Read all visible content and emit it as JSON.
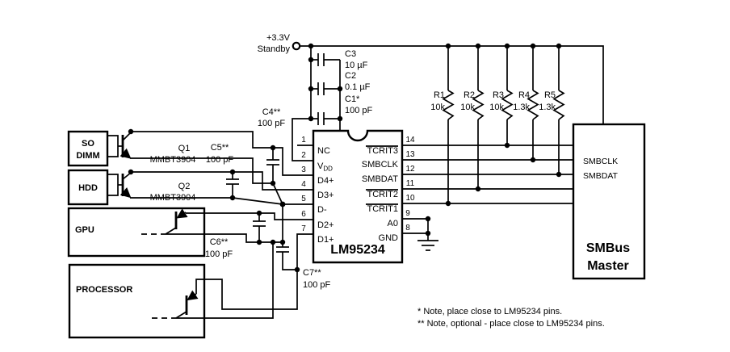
{
  "power": {
    "label1": "+3.3V",
    "label2": "Standby"
  },
  "capacitors": {
    "c3": {
      "label": "C3",
      "value": "10 µF"
    },
    "c2": {
      "label": "C2",
      "value": "0.1 µF"
    },
    "c1": {
      "label": "C1*",
      "value": "100 pF"
    },
    "c4": {
      "label": "C4**",
      "value": "100 pF"
    },
    "c5": {
      "label": "C5**",
      "value": "100 pF"
    },
    "c6": {
      "label": "C6**",
      "value": "100 pF"
    },
    "c7": {
      "label": "C7**",
      "value": "100 pF"
    }
  },
  "resistors": {
    "r1": {
      "label": "R1",
      "value": "10k"
    },
    "r2": {
      "label": "R2",
      "value": "10k"
    },
    "r3": {
      "label": "R3",
      "value": "10k"
    },
    "r4": {
      "label": "R4",
      "value": "1.3k"
    },
    "r5": {
      "label": "R5",
      "value": "1.3k"
    }
  },
  "ic": {
    "name": "LM95234",
    "pin1": {
      "n": "1",
      "label": "NC"
    },
    "pin2": {
      "n": "2",
      "label_main": "V",
      "label_sub": "DD"
    },
    "pin3": {
      "n": "3",
      "label": "D4+"
    },
    "pin4": {
      "n": "4",
      "label": "D3+"
    },
    "pin5": {
      "n": "5",
      "label": "D-"
    },
    "pin6": {
      "n": "6",
      "label": "D2+"
    },
    "pin7": {
      "n": "7",
      "label": "D1+"
    },
    "pin14": {
      "n": "14",
      "label": "TCRIT3"
    },
    "pin13": {
      "n": "13",
      "label": "SMBCLK"
    },
    "pin12": {
      "n": "12",
      "label": "SMBDAT"
    },
    "pin11": {
      "n": "11",
      "label": "TCRIT2"
    },
    "pin10": {
      "n": "10",
      "label": "TCRIT1"
    },
    "pin9": {
      "n": "9",
      "label": "A0"
    },
    "pin8": {
      "n": "8",
      "label": "GND"
    }
  },
  "master": {
    "title1": "SMBus",
    "title2": "Master",
    "smbclk": "SMBCLK",
    "smbdat": "SMBDAT"
  },
  "blocks": {
    "so_dimm_line1": "SO",
    "so_dimm_line2": "DIMM",
    "hdd": "HDD",
    "gpu": "GPU",
    "processor": "PROCESSOR"
  },
  "transistors": {
    "q1": {
      "label": "Q1",
      "part": "MMBT3904"
    },
    "q2": {
      "label": "Q2",
      "part": "MMBT3904"
    }
  },
  "notes": {
    "line1": "* Note, place close to LM95234 pins.",
    "line2": "** Note, optional - place close to LM95234 pins."
  }
}
